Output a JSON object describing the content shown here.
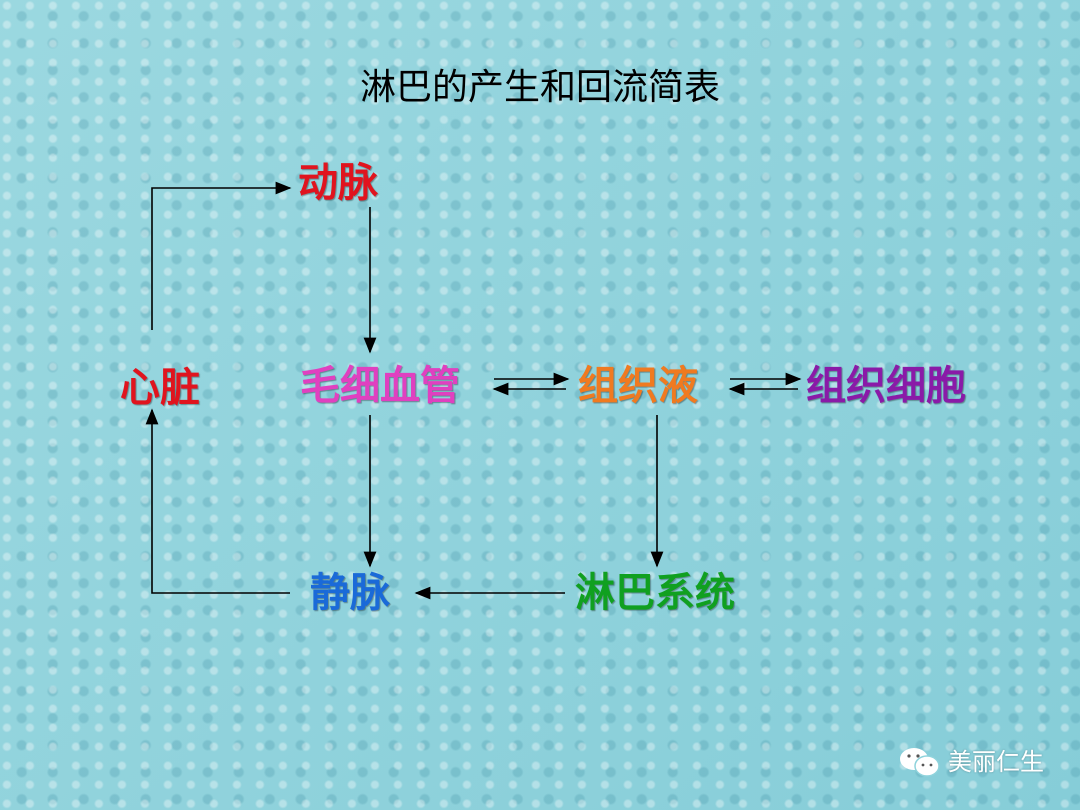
{
  "title": "淋巴的产生和回流简表",
  "nodes": {
    "artery": {
      "label": "动脉",
      "color": "#e0141e"
    },
    "heart": {
      "label": "心脏",
      "color": "#e0141e"
    },
    "capillary": {
      "label": "毛细血管",
      "color": "#e040c0"
    },
    "tissue_fluid": {
      "label": "组织液",
      "color": "#f07a20"
    },
    "tissue_cell": {
      "label": "组织细胞",
      "color": "#8a1aa8"
    },
    "vein": {
      "label": "静脉",
      "color": "#1a6ad8"
    },
    "lymph_system": {
      "label": "淋巴系统",
      "color": "#10a020"
    }
  },
  "watermark": {
    "icon": "wechat-icon",
    "text": "美丽仁生"
  }
}
